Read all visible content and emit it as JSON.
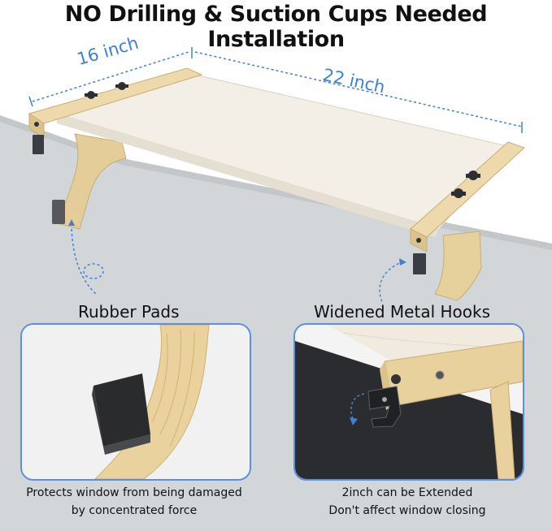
{
  "title": "NO Drilling & Suction Cups Needed Installation",
  "dimensions": {
    "width": "16 inch",
    "length": "22 inch"
  },
  "sections": {
    "left": {
      "label": "Rubber Pads",
      "caption_line1": "Protects window from being damaged",
      "caption_line2": "by concentrated force"
    },
    "right": {
      "label": "Widened Metal Hooks",
      "caption_line1": "2inch can be Extended",
      "caption_line2": "Don't affect window closing"
    }
  },
  "colors": {
    "accent": "#5b8fe0",
    "wood": "#e9d5a8",
    "fabric": "#f3efe6",
    "metal": "#3a3d44",
    "backdrop": "#d5d8db"
  },
  "icons": [
    "measure-arrow-icon",
    "pointer-arrow-icon",
    "curl-arrow-icon"
  ]
}
